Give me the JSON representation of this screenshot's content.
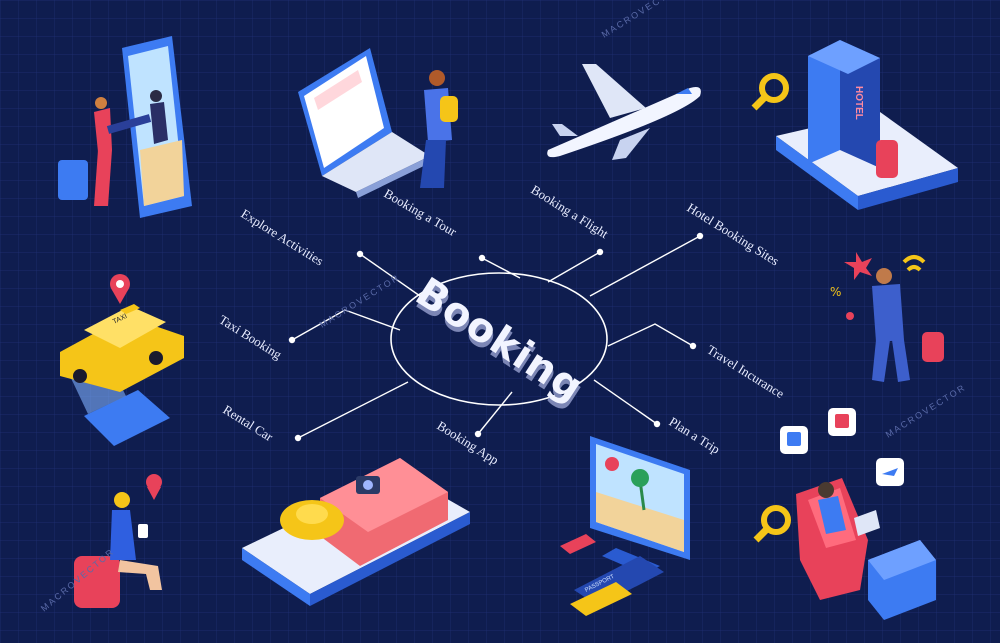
{
  "center": {
    "title": "Booking"
  },
  "branches": [
    {
      "id": "explore-activities",
      "label": "Explore Activities"
    },
    {
      "id": "booking-a-tour",
      "label": "Booking a Tour"
    },
    {
      "id": "booking-a-flight",
      "label": "Booking a Flight"
    },
    {
      "id": "hotel-booking-sites",
      "label": "Hotel Booking Sites"
    },
    {
      "id": "taxi-booking",
      "label": "Taxi Booking"
    },
    {
      "id": "travel-insurance",
      "label": "Travel Incurance"
    },
    {
      "id": "rental-car",
      "label": "Rental  Car"
    },
    {
      "id": "booking-app",
      "label": "Booking App"
    },
    {
      "id": "plan-a-trip",
      "label": "Plan a Trip"
    }
  ],
  "illustrations": {
    "hotel_sign": "HOTEL",
    "taxi_sign": "TAXI",
    "passport_text": "PASSPORT"
  },
  "watermark": "MACROVECTOR",
  "colors": {
    "background": "#0f1d4f",
    "grid": "#22347a",
    "line": "#ffffff",
    "accent_blue": "#3d7bf2",
    "accent_red": "#e8425a",
    "taxi_yellow": "#f5c518"
  }
}
